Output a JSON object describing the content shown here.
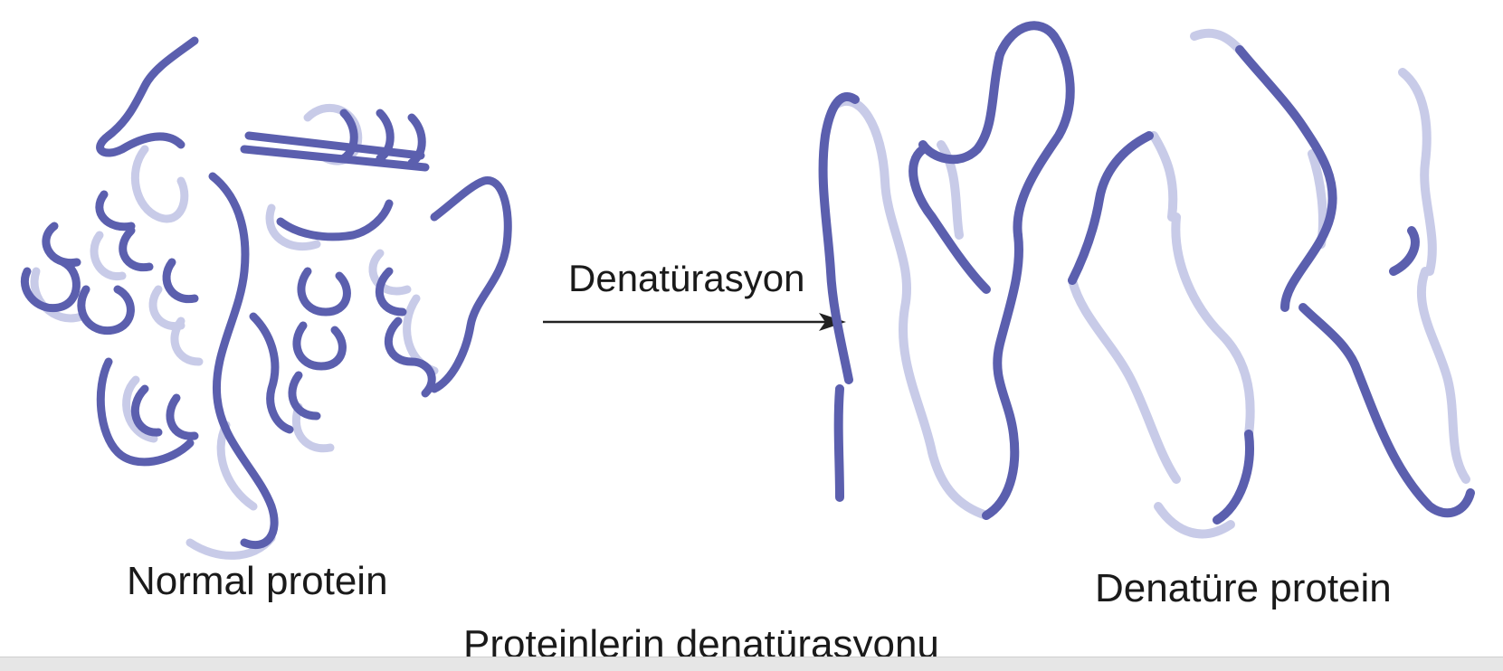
{
  "labels": {
    "normal": "Normal protein",
    "denatured": "Denatüre protein",
    "process": "Denatürasyon",
    "caption": "Proteinlerin denatürasyonu"
  },
  "colors": {
    "ribbon_dark": "#5b5fae",
    "ribbon_light": "#c8cbe8",
    "text": "#1a1a1a",
    "arrow": "#222222"
  }
}
